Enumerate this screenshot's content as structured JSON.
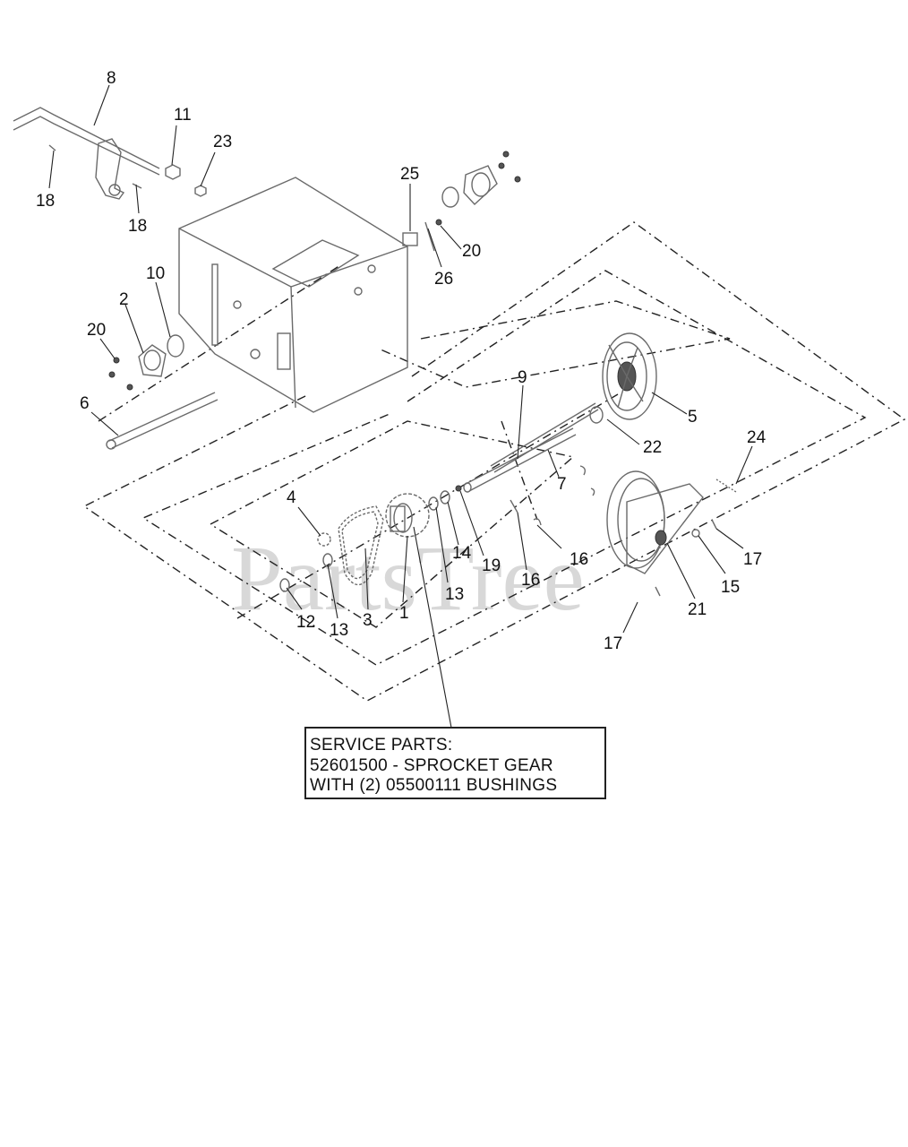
{
  "callouts": {
    "c8": "8",
    "c11": "11",
    "c23": "23",
    "c18a": "18",
    "c18b": "18",
    "c25": "25",
    "c20a": "20",
    "c26": "26",
    "c10": "10",
    "c2": "2",
    "c20b": "20",
    "c6": "6",
    "c9": "9",
    "c5": "5",
    "c22": "22",
    "c24": "24",
    "c7": "7",
    "c4": "4",
    "c14": "14",
    "c19": "19",
    "c16a": "16",
    "c16b": "16",
    "c17a": "17",
    "c15": "15",
    "c13a": "13",
    "c12": "12",
    "c13b": "13",
    "c3": "3",
    "c1": "1",
    "c21": "21",
    "c17b": "17"
  },
  "note": {
    "line1": "SERVICE PARTS:",
    "line2": "52601500 - SPROCKET GEAR",
    "line3": "WITH (2) 05500111 BUSHINGS"
  },
  "watermark": "PartsTree"
}
